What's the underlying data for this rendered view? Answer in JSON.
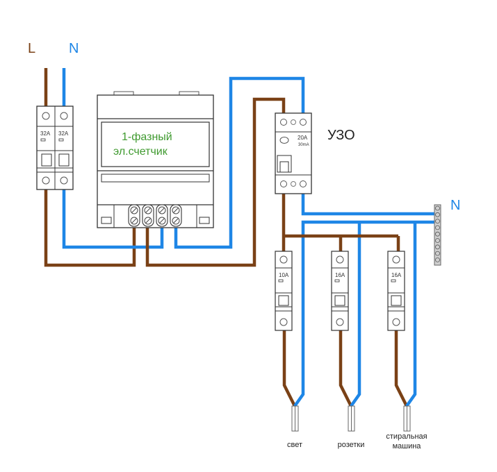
{
  "title": "Схема подключения однофазного счетчика с УЗО",
  "colors": {
    "phase": "#7a4116",
    "neutral": "#1e86e6",
    "device_stroke": "#333333",
    "meter_text": "#3f9a2f",
    "label_text": "#222222",
    "terminal_fill": "#cfcfcf"
  },
  "labels": {
    "line": "L",
    "neutral_in": "N",
    "neutral_bus": "N",
    "rcd": "УЗО"
  },
  "main_breaker": {
    "poles": 2,
    "rating_left": "32A",
    "rating_right": "32A"
  },
  "meter": {
    "line1": "1-фазный",
    "line2": "эл.счетчик",
    "terminals": 4
  },
  "rcd": {
    "rating": "20A",
    "sensitivity": "30mA"
  },
  "neutral_bus": {
    "screws": 9
  },
  "circuits": [
    {
      "rating": "10A",
      "label_lines": [
        "свет"
      ]
    },
    {
      "rating": "16A",
      "label_lines": [
        "розетки"
      ]
    },
    {
      "rating": "16A",
      "label_lines": [
        "стиральная",
        "машина"
      ]
    }
  ]
}
